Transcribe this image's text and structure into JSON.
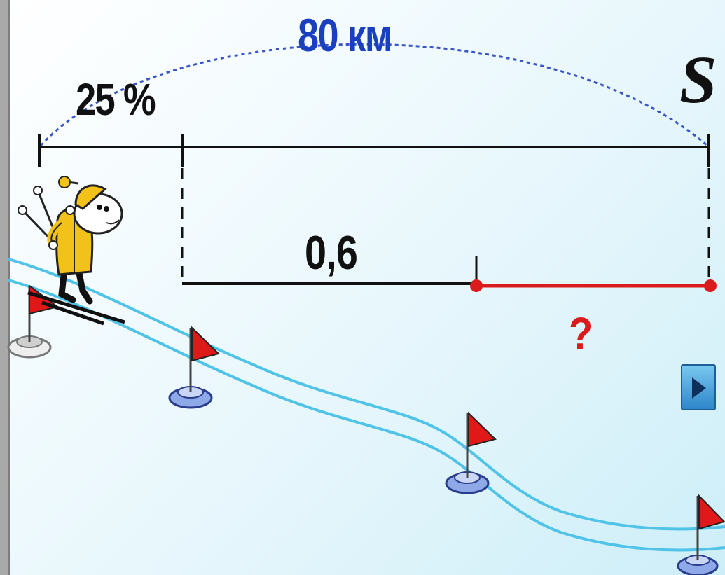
{
  "labels": {
    "total_distance": "80 км",
    "first_part_percent": "25 %",
    "ratio": "0,6",
    "unknown": "?",
    "distance_symbol": "S"
  },
  "colors": {
    "total_label": "#1a3fbf",
    "unknown_segment": "#d91b1b",
    "track": "#4fc3e8",
    "flag": "#e01818"
  },
  "icons": {
    "skier": "skier-icon",
    "flag": "slalom-flag-icon",
    "next": "play-triangle-icon"
  }
}
